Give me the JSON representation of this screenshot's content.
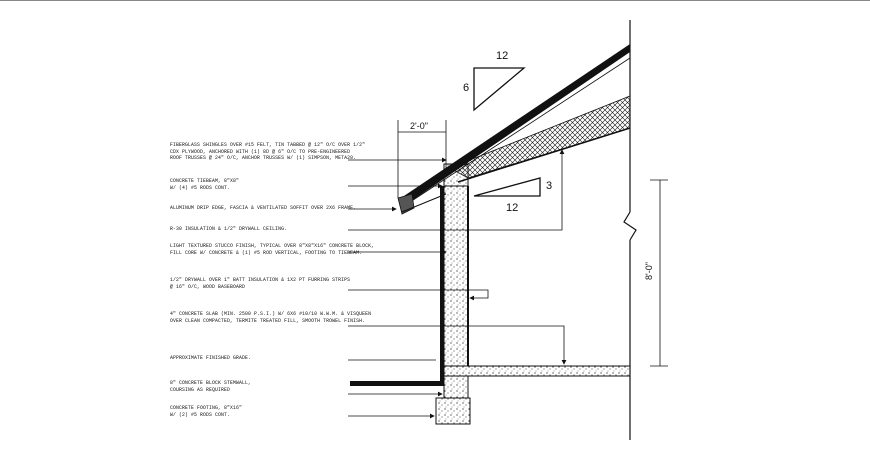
{
  "slope_top": {
    "rise": "6",
    "run": "12"
  },
  "slope_ceiling": {
    "rise": "3",
    "run": "12"
  },
  "overhang_dimension": "2'-0\"",
  "wall_height_dimension": "8'-0\"",
  "notes": [
    {
      "id": "shingles",
      "lines": [
        "FIBERGLASS SHINGLES OVER #15 FELT, TIN TABBED @ 12\" O/C OVER 1/2\"",
        "CDX PLYWOOD, ANCHORED WITH (1) 8D @ 6\" O/C TO PRE-ENGINEERED",
        "ROOF TRUSSES @ 24\" O/C, ANCHOR TRUSSES W/ (1) SIMPSON, META20."
      ]
    },
    {
      "id": "tiebeam",
      "lines": [
        "CONCRETE TIEBEAM, 8\"X8\"",
        "W/ (4) #5 RODS CONT."
      ]
    },
    {
      "id": "drip-edge",
      "lines": [
        "ALUMINUM DRIP EDGE, FASCIA & VENTILATED SOFFIT OVER 2X6 FRAME."
      ]
    },
    {
      "id": "ceiling-insulation",
      "lines": [
        "R-30 INSULATION & 1/2\" DRYWALL CEILING."
      ]
    },
    {
      "id": "stucco",
      "lines": [
        "LIGHT TEXTURED STUCCO FINISH, TYPICAL OVER 8\"X8\"X16\" CONCRETE BLOCK,",
        "FILL CORE W/ CONCRETE & (1) #5 ROD VERTICAL, FOOTING TO TIEBEAM."
      ]
    },
    {
      "id": "drywall",
      "lines": [
        "1/2\" DRYWALL OVER 1\" BATT INSULATION & 1X2 PT FURRING STRIPS",
        "@ 16\" O/C, WOOD BASEBOARD"
      ]
    },
    {
      "id": "slab",
      "lines": [
        "4\" CONCRETE SLAB (MIN. 2500 P.S.I.) W/ 6X6 #10/10 W.W.M. & VISQUEEN",
        "OVER CLEAN COMPACTED, TERMITE TREATED FILL, SMOOTH TROWEL FINISH."
      ]
    },
    {
      "id": "grade",
      "lines": [
        "APPROXIMATE FINISHED GRADE."
      ]
    },
    {
      "id": "stemwall",
      "lines": [
        "8\" CONCRETE BLOCK STEMWALL,",
        "COURSING AS REQUIRED"
      ]
    },
    {
      "id": "footing",
      "lines": [
        "CONCRETE FOOTING, 8\"X16\"",
        "W/ (2) #5 RODS CONT."
      ]
    }
  ]
}
